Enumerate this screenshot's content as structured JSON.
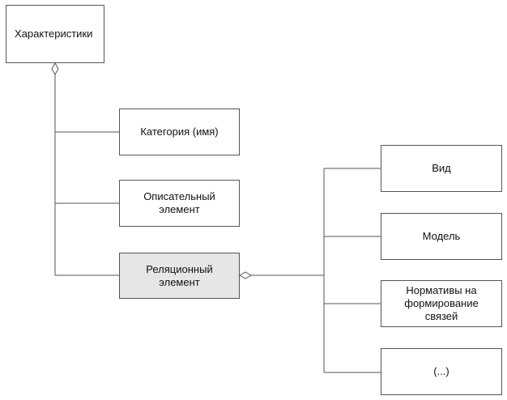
{
  "diagram": {
    "nodes": {
      "characteristics": "Характеристики",
      "category": "Категория (имя)",
      "descriptive": "Описательный\nэлемент",
      "relational": "Реляционный\nэлемент",
      "view": "Вид",
      "model": "Модель",
      "norms": "Нормативы на\nформирование\nсвязей",
      "etc": "(...)"
    },
    "colors": {
      "line": "#555555",
      "highlight_fill": "#e6e6e6",
      "border": "#555555"
    }
  }
}
